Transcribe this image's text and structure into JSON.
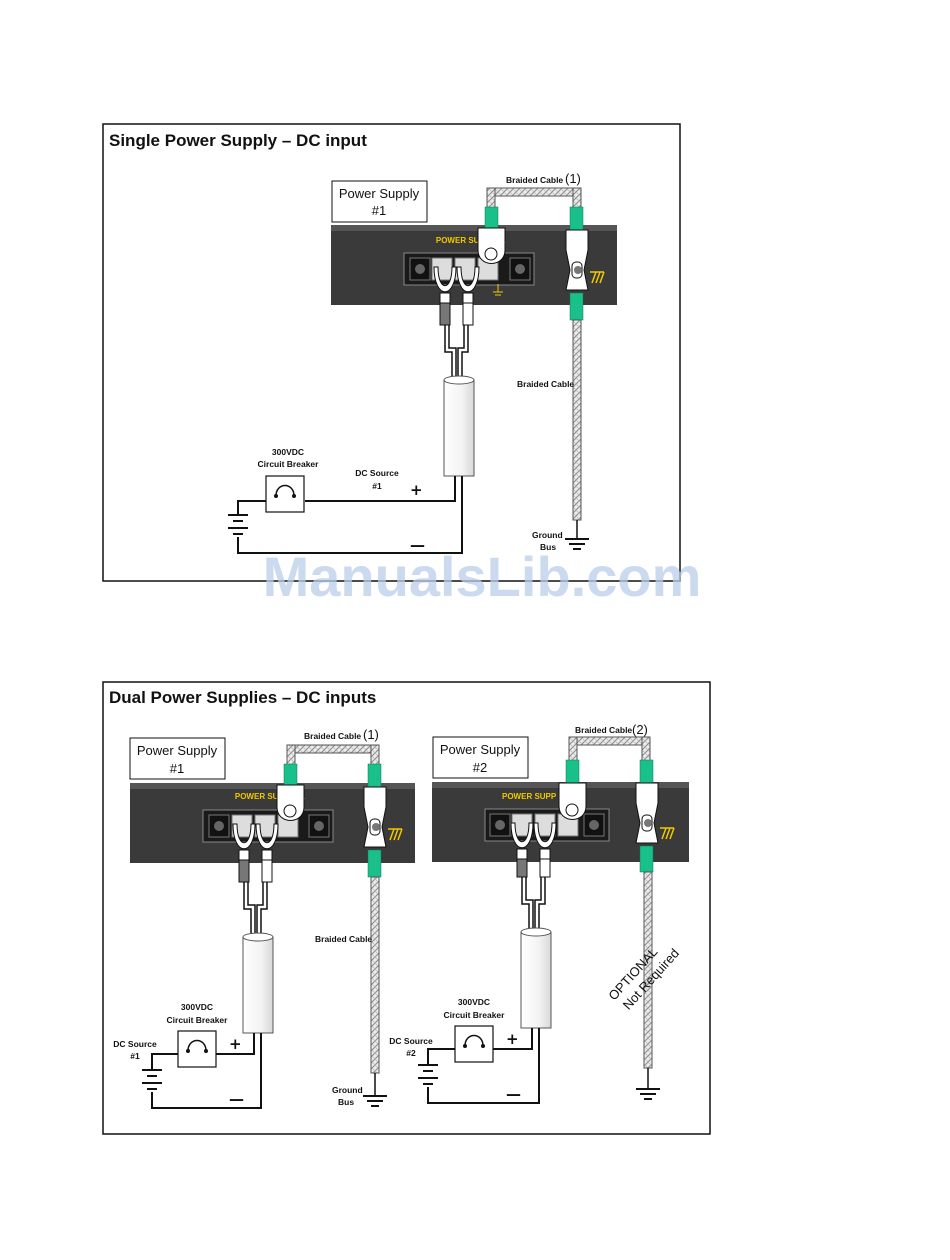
{
  "diagram1": {
    "title": "Single Power Supply – DC input",
    "ps_box_line1": "Power Supply",
    "ps_box_line2": "#1",
    "panel_label": "POWER SUPPLY 1",
    "braided_top": "Braided Cable",
    "braided_top_num": "(1)",
    "braided_side": "Braided Cable",
    "breaker_line1": "300VDC",
    "breaker_line2": "Circuit Breaker",
    "dc_source_line1": "DC Source",
    "dc_source_line2": "#1",
    "plus": "+",
    "minus": "—",
    "ground_line1": "Ground",
    "ground_line2": "Bus"
  },
  "diagram2": {
    "title": "Dual Power Supplies – DC inputs",
    "ps1_line1": "Power Supply",
    "ps1_line2": "#1",
    "ps2_line1": "Power Supply",
    "ps2_line2": "#2",
    "panel1_label": "POWER SUPPLY 1",
    "panel2_label": "POWER SUPP",
    "braided_top1": "Braided Cable",
    "braided_top1_num": "(1)",
    "braided_top2": "Braided Cable",
    "braided_top2_num": "(2)",
    "braided_side": "Braided Cable",
    "breaker1_line1": "300VDC",
    "breaker1_line2": "Circuit Breaker",
    "breaker2_line1": "300VDC",
    "breaker2_line2": "Circuit Breaker",
    "dc1_line1": "DC Source",
    "dc1_line2": "#1",
    "dc2_line1": "DC Source",
    "dc2_line2": "#2",
    "plus": "+",
    "minus": "—",
    "ground_line1": "Ground",
    "ground_line2": "Bus",
    "optional_line1": "OPTIONAL",
    "optional_line2": "Not Required"
  },
  "watermark": "ManualsLib.com",
  "colors": {
    "panel": "#3a3a3a",
    "panel_label": "#f0c800",
    "lug_green": "#19c08a",
    "watermark": "#b9cdea"
  }
}
